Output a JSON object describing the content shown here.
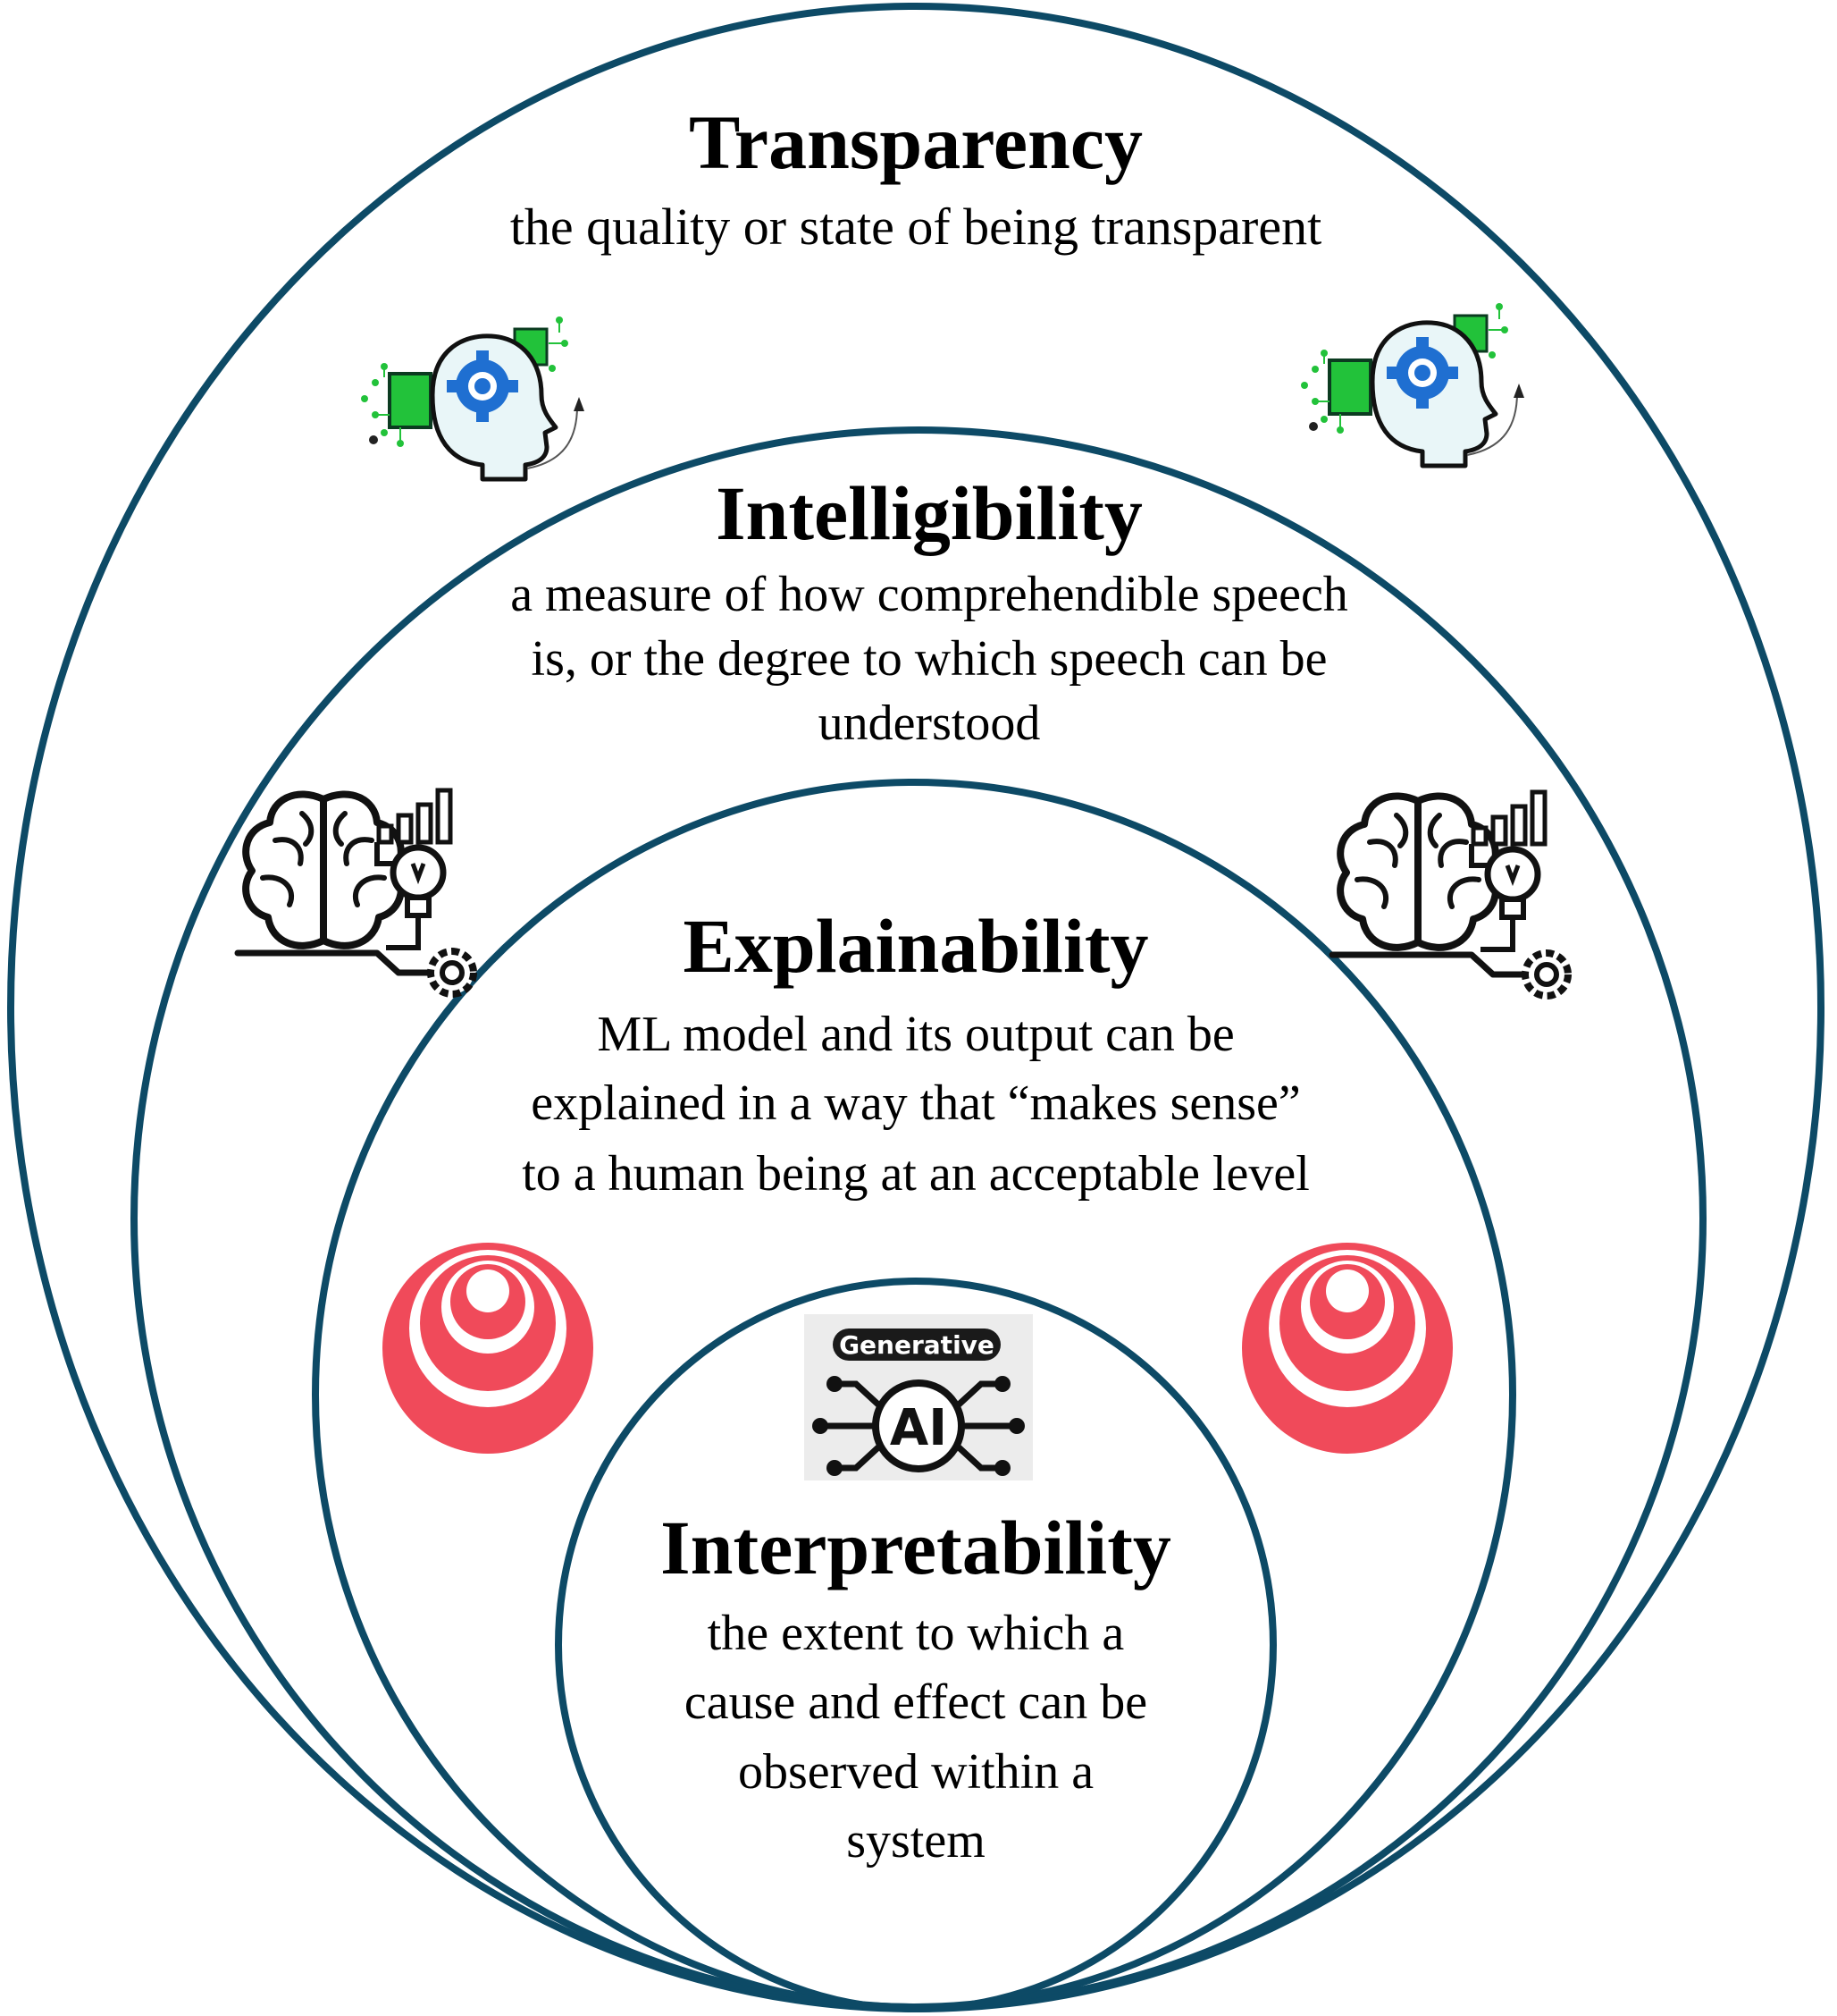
{
  "levels": [
    {
      "title": "Transparency",
      "description": [
        "the quality or state of being transparent"
      ],
      "icon": "ai-head-gear-icon"
    },
    {
      "title": "Intelligibility",
      "description": [
        "a measure of how comprehendible speech",
        "is, or the degree to which speech can be",
        "understood"
      ],
      "icon": "brain-lightbulb-gear-icon"
    },
    {
      "title": "Explainability",
      "description": [
        "ML model and its output can be",
        "explained in a way that “makes sense”",
        "to a human being at an acceptable level"
      ],
      "icon": "concentric-target-icon"
    },
    {
      "title": "Interpretability",
      "description": [
        "the extent to which a",
        "cause and effect can be",
        "observed within a",
        "system"
      ],
      "icon": "generative-ai-icon"
    }
  ],
  "badge": {
    "top_text": "Generative",
    "center_text": "AI"
  },
  "colors": {
    "circle_stroke": "#0d4a66",
    "target_red": "#f04a5a",
    "gear_blue": "#1f6fd1",
    "chip_green": "#22c23a",
    "head_fill": "#e9f6f8"
  }
}
